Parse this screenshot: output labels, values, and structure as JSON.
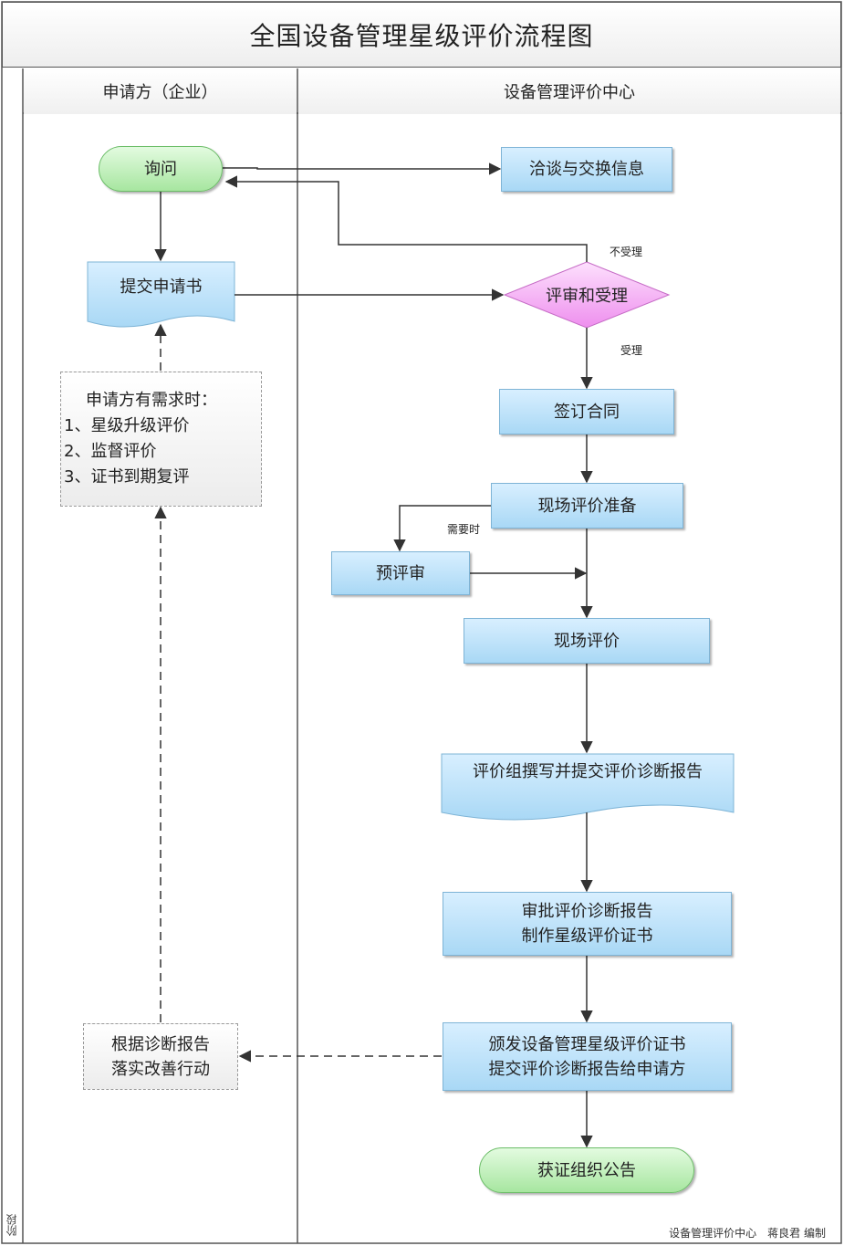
{
  "title": "全国设备管理星级评价流程图",
  "lanes": {
    "left": "申请方（企业）",
    "right": "设备管理评价中心"
  },
  "phase_label": "阶段",
  "nodes": {
    "inquiry": "询问",
    "negotiate": "洽谈与交换信息",
    "submit_application": "提交申请书",
    "review": "评审和受理",
    "sign_contract": "签订合同",
    "onsite_prep": "现场评价准备",
    "pre_review": "预评审",
    "onsite_eval": "现场评价",
    "write_report": "评价组撰写并提交评价诊断报告",
    "approve_line1": "审批评价诊断报告",
    "approve_line2": "制作星级评价证书",
    "issue_line1": "颁发设备管理星级评价证书",
    "issue_line2": "提交评价诊断报告给申请方",
    "get_cert": "获证组织公告",
    "improve_line1": "根据诊断报告",
    "improve_line2": "落实改善行动"
  },
  "note": {
    "heading": "申请方有需求时：",
    "items": [
      "1、星级升级评价",
      "2、监督评价",
      "3、证书到期复评"
    ]
  },
  "edge_labels": {
    "rejected": "不受理",
    "accepted": "受理",
    "when_needed": "需要时"
  },
  "footer": "设备管理评价中心　蒋良君 编制",
  "colors": {
    "process_fill": "#a9d8f5",
    "terminal_fill": "#a7e6a0",
    "decision_fill": "#f29cf2"
  }
}
